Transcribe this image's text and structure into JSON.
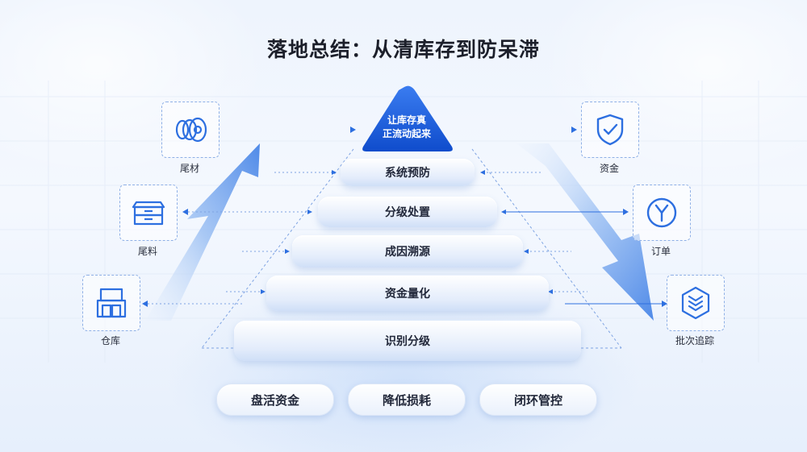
{
  "title": "落地总结：从清库存到防呆滞",
  "apex": {
    "line1": "让库存真",
    "line2": "正流动起来"
  },
  "layers": [
    "系统预防",
    "分级处置",
    "成因溯源",
    "资金量化",
    "识别分级"
  ],
  "left_items": [
    {
      "label": "尾材",
      "icon": "coil-icon"
    },
    {
      "label": "尾料",
      "icon": "boxes-icon"
    },
    {
      "label": "仓库",
      "icon": "warehouse-icon"
    }
  ],
  "right_items": [
    {
      "label": "资金",
      "icon": "shield-check-icon"
    },
    {
      "label": "订单",
      "icon": "order-y-icon"
    },
    {
      "label": "批次追踪",
      "icon": "layers-chevron-icon"
    }
  ],
  "bottom_pills": [
    "盘活资金",
    "降低损耗",
    "闭环管控"
  ],
  "colors": {
    "accent": "#2d6fe0",
    "apex": "#1656d6",
    "text": "#1c1f2a",
    "dashed": "#8fb0e6"
  }
}
